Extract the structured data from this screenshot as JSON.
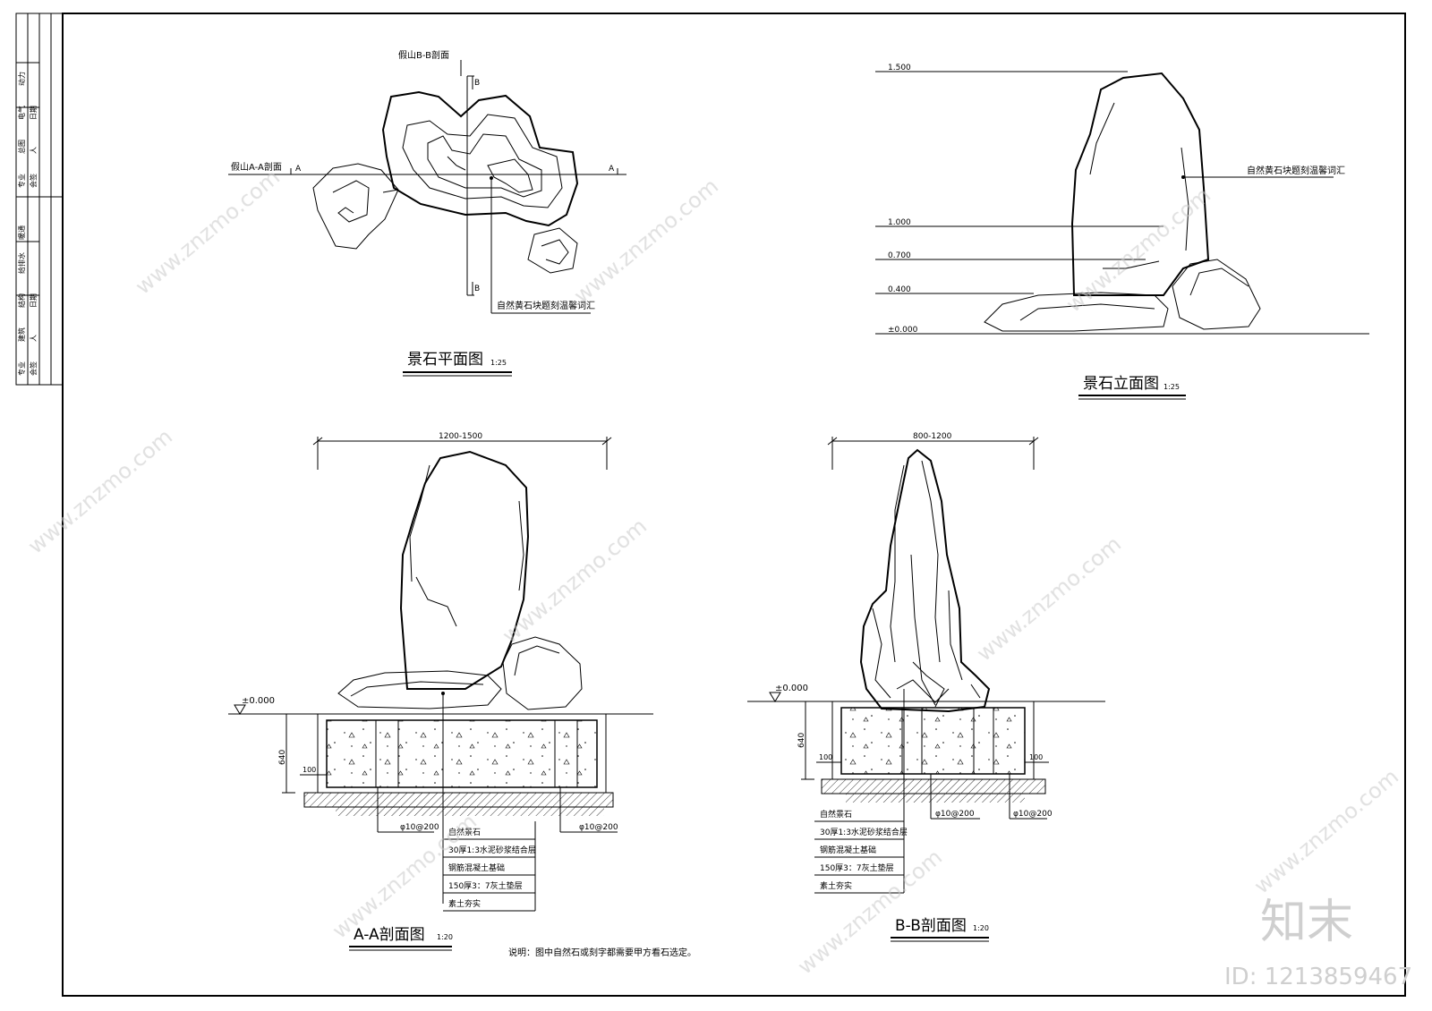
{
  "title_block": {
    "col_a": [
      "专业",
      "建筑",
      "结构",
      "给排水",
      "暖通"
    ],
    "col_b": [
      "会签",
      "人",
      "日期"
    ],
    "col_c": [
      "专业",
      "总图",
      "电气",
      "动力"
    ],
    "col_d": [
      "会签",
      "人",
      "日期"
    ]
  },
  "plan": {
    "title": "景石平面图",
    "scale": "1:25",
    "section_bb_label": "假山B-B剖面",
    "section_aa_label": "假山A-A剖面",
    "mark_a": "A",
    "mark_b": "B",
    "callout": "自然黄石块题刻温馨词汇"
  },
  "elevation": {
    "title": "景石立面图",
    "scale": "1:25",
    "levels": [
      "1.500",
      "1.000",
      "0.700",
      "0.400",
      "±0.000"
    ],
    "callout": "自然黄石块题刻温馨词汇"
  },
  "section_aa": {
    "title": "A-A剖面图",
    "scale": "1:20",
    "width_dim": "1200-1500",
    "ground_level": "±0.000",
    "depth_dim": "640",
    "edge_dim": "100",
    "rebar_1": "φ10@200",
    "rebar_2": "φ10@200",
    "layers": [
      "自然景石",
      "30厚1:3水泥砂浆结合层",
      "钢筋混凝土基础",
      "150厚3：7灰土垫层",
      "素土夯实"
    ]
  },
  "section_bb": {
    "title": "B-B剖面图",
    "scale": "1:20",
    "width_dim": "800-1200",
    "ground_level": "±0.000",
    "depth_dim": "640",
    "edge_dim_left": "100",
    "edge_dim_right": "100",
    "rebar_1": "φ10@200",
    "rebar_2": "φ10@200",
    "layers": [
      "自然景石",
      "30厚1:3水泥砂浆结合层",
      "钢筋混凝土基础",
      "150厚3：7灰土垫层",
      "素土夯实"
    ]
  },
  "note": "说明：图中自然石或刻字都需要甲方看石选定。",
  "watermark": {
    "logo": "知末",
    "id_text": "ID: 1213859467",
    "site": "www.znzmo.com"
  }
}
